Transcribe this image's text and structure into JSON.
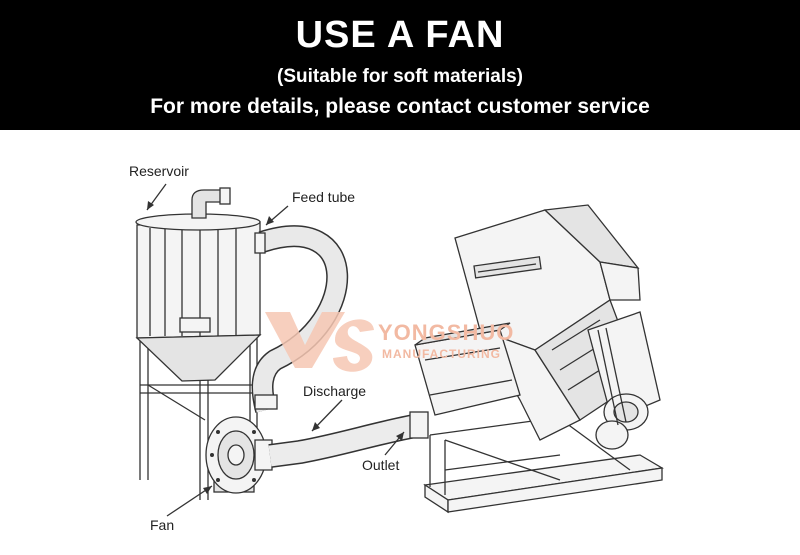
{
  "banner": {
    "title": "USE A FAN",
    "subtitle": "(Suitable for soft materials)",
    "contact": "For more details, please contact customer service"
  },
  "labels": {
    "reservoir": "Reservoir",
    "feed_tube": "Feed tube",
    "discharge": "Discharge",
    "outlet": "Outlet",
    "fan": "Fan"
  },
  "watermark": {
    "brand": "YONGSHUO",
    "sub": "MANUFACTURING"
  },
  "colors": {
    "banner_bg": "#000000",
    "banner_text": "#ffffff",
    "watermark": "#f2b9a2"
  }
}
